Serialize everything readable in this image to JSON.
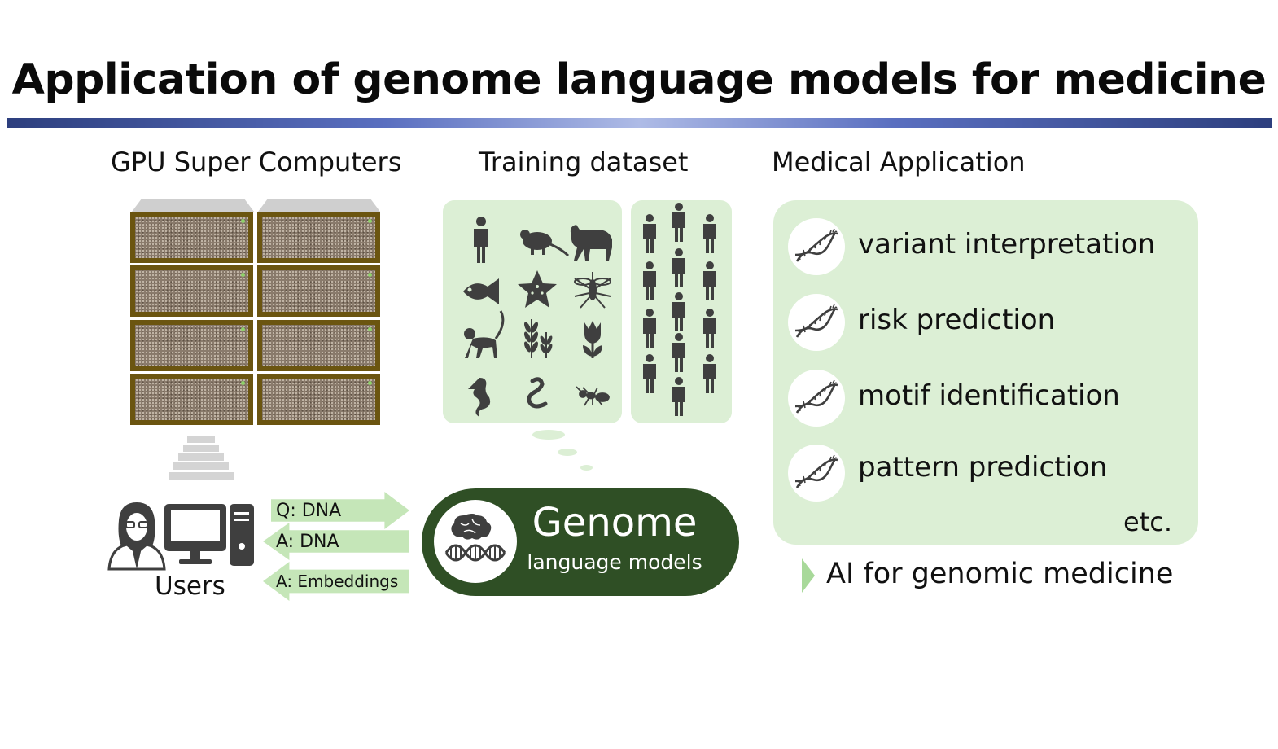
{
  "title": "Application of genome language models for medicine",
  "sections": {
    "gpu": "GPU Super Computers",
    "training": "Training dataset",
    "medical": "Medical Application"
  },
  "users": {
    "label": "Users"
  },
  "arrows": {
    "query": "Q: DNA",
    "answer_dna": "A: DNA",
    "answer_embeddings": "A: Embeddings"
  },
  "model": {
    "title": "Genome",
    "subtitle": "language models"
  },
  "applications": [
    "variant interpretation",
    "risk prediction",
    "motif identification",
    "pattern prediction"
  ],
  "applications_more": "etc.",
  "conclusion": "AI for genomic medicine",
  "colors": {
    "title_rule": "#2d3f7e",
    "panel_green": "#dcefd5",
    "arrow_green": "#c5e6b8",
    "model_green": "#2f4f25",
    "rack_border": "#6b5510",
    "icon_dark": "#3f3f3f"
  },
  "icons": {
    "organisms": [
      "human-icon",
      "mouse-icon",
      "bull-icon",
      "fish-icon",
      "starfish-icon",
      "mosquito-icon",
      "monkey-icon",
      "wheat-icon",
      "tulip-icon",
      "seahorse-icon",
      "snake-icon",
      "ant-icon"
    ],
    "applications": "dna-icon",
    "model": "brain-dna-icon"
  }
}
